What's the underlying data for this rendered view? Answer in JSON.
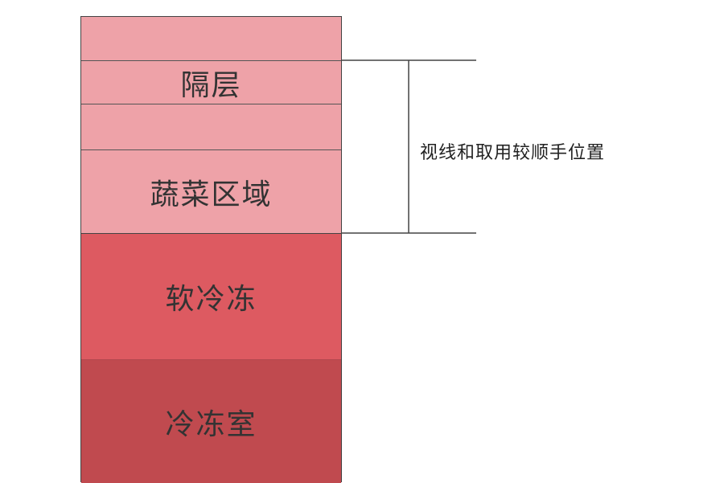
{
  "sections": {
    "top_shelf": "",
    "partition": "隔层",
    "middle_shelf": "",
    "vegetable_area": "蔬菜区域",
    "soft_freeze": "软冷冻",
    "freezer": "冷冻室"
  },
  "bracket": {
    "label": "视线和取用较顺手位置"
  },
  "colors": {
    "light_section": "#eea2a8",
    "soft_freeze": "#dd5a61",
    "freezer": "#c04a4f"
  }
}
